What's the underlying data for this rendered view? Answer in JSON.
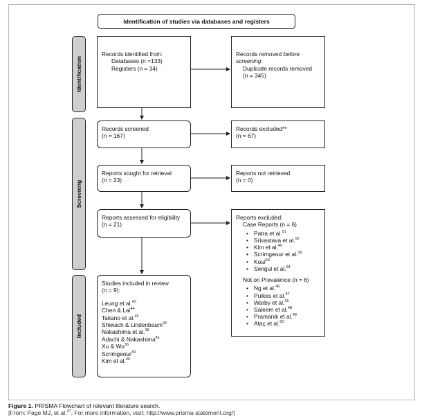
{
  "title": "Identification of studies via databases and registers",
  "phases": {
    "identification": "Identification",
    "screening": "Screening",
    "included": "Included"
  },
  "identified": {
    "header": "Records identified from:",
    "databases": "Databases (n =133)",
    "registers": "Registers (n = 34)"
  },
  "removed": {
    "line1": "Records removed ",
    "line1_em": "before",
    "line2": "screening",
    "line2_tail": ":",
    "line3": "Duplicate records removed",
    "line4": "(n = 345)"
  },
  "screened": {
    "label": "Records screened",
    "n": "(n = 167)"
  },
  "excluded": {
    "label": "Records excluded**",
    "n": "(n = 67)"
  },
  "sought": {
    "label": "Reports sought for retrieval",
    "n": "(n = 23)"
  },
  "not_retrieved": {
    "label": "Reports not retrieved",
    "n": "(n = 0)"
  },
  "assessed": {
    "label": "Reports assessed for eligibility",
    "n": "(n = 21)"
  },
  "reports_excluded": {
    "header": "Reports excluded:",
    "group1": "Case Reports (n = 6)",
    "group1_items": [
      {
        "name": "Patra et al.",
        "ref": "51"
      },
      {
        "name": "Srivastava et al.",
        "ref": "52"
      },
      {
        "name": "Kim et al.",
        "ref": "40"
      },
      {
        "name": "Scrimgeour et al.",
        "ref": "39"
      },
      {
        "name": "Koul",
        "ref": "53"
      },
      {
        "name": "Sengul et al.",
        "ref": "54"
      }
    ],
    "group2": "Not on Prevalence (n = 6)",
    "group2_items": [
      {
        "name": "Ng et al.",
        "ref": "46"
      },
      {
        "name": "Pulkes et al.",
        "ref": "47"
      },
      {
        "name": "Warby et al.",
        "ref": "15"
      },
      {
        "name": "Saleem et al.",
        "ref": "48"
      },
      {
        "name": "Pramanik et al.",
        "ref": "49"
      },
      {
        "name": "Ataç et al.",
        "ref": "50"
      }
    ]
  },
  "included": {
    "header": "Studies included in review",
    "n": "(n = 9):",
    "studies": [
      {
        "name": "Leung et al.",
        "ref": "43"
      },
      {
        "name": "Chen & Lai",
        "ref": "44"
      },
      {
        "name": "Takano et al.",
        "ref": "45"
      },
      {
        "name": "Shiwach & Lindenbaum",
        "ref": "42"
      },
      {
        "name": "Nakashima et al.",
        "ref": "38"
      },
      {
        "name": "Adachi & Nakashima",
        "ref": "41"
      },
      {
        "name": "Xu & Wu",
        "ref": "36"
      },
      {
        "name": "Scrimgeour",
        "ref": "39"
      },
      {
        "name": "Kim et al.",
        "ref": "40"
      }
    ]
  },
  "caption": {
    "label": "Figure 1.",
    "text": " PRISMA Flowchart of relevant literature search.",
    "source_prefix": "[From: Page MJ, et al.",
    "source_ref": "37",
    "source_suffix": ". For more information, visit: http://www.prisma-statement.org/]"
  }
}
